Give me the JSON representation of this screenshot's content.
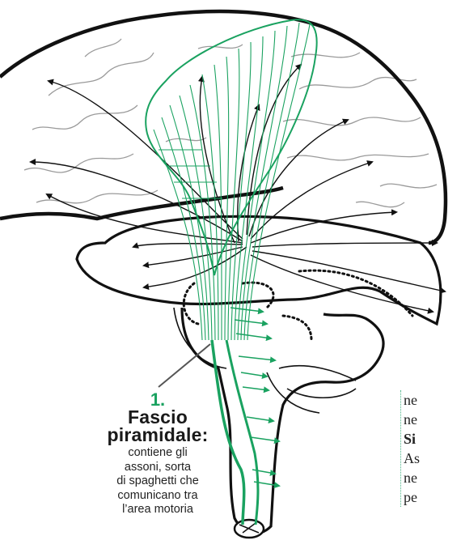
{
  "colors": {
    "accent": "#1aa260",
    "outline": "#111111",
    "sulci": "#9a9a9a"
  },
  "caption": {
    "number": "1.",
    "title_line1": "Fascio",
    "title_line2": "piramidale:",
    "body_lines": [
      "contiene gli",
      "assoni, sorta",
      "di spaghetti che",
      "comunicano tra",
      "l’area motoria"
    ]
  },
  "side_text": {
    "lines": [
      "ne",
      "ne",
      "Si",
      "As",
      "ne",
      "pe"
    ]
  }
}
